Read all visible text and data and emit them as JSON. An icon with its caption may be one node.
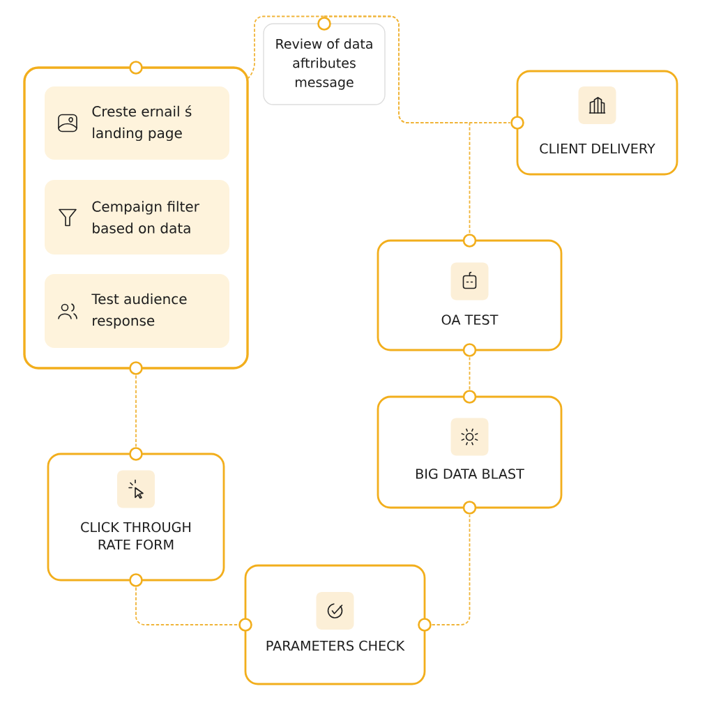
{
  "diagram": {
    "nodes": [
      {
        "text": [
          "Review of data aftributes message"
        ]
      },
      {
        "text": [],
        "shape": "box"
      },
      {
        "text": [
          "Creste ernail ś landing page"
        ],
        "in": 1
      },
      {
        "text": [
          "Cempaign filter based on data"
        ],
        "in": 1
      },
      {
        "text": [
          "Test audience response"
        ],
        "in": 1
      },
      {
        "text": [
          "CLIENT DELIVERY"
        ]
      },
      {
        "text": [
          "OA TEST"
        ]
      },
      {
        "text": [
          "BIG DATA BLAST"
        ]
      },
      {
        "text": [
          "CLICK THROUGH RATE FORM"
        ]
      },
      {
        "text": [
          "PARAMETERS CHECK"
        ]
      }
    ],
    "edges": [
      {
        "from": 1,
        "to": 0,
        "arrow": "none",
        "style": "dashed"
      },
      {
        "from": 0,
        "to": 5,
        "arrow": "none",
        "style": "dashed"
      },
      {
        "from": 0,
        "to": 6,
        "arrow": "none",
        "style": "dashed"
      },
      {
        "from": 1,
        "to": 8,
        "arrow": "none",
        "style": "dashed"
      },
      {
        "from": 8,
        "to": 9,
        "arrow": "none",
        "style": "dashed"
      },
      {
        "from": 9,
        "to": 7,
        "arrow": "none",
        "style": "dashed"
      },
      {
        "from": 7,
        "to": 6,
        "arrow": "none",
        "style": "dashed"
      }
    ]
  }
}
